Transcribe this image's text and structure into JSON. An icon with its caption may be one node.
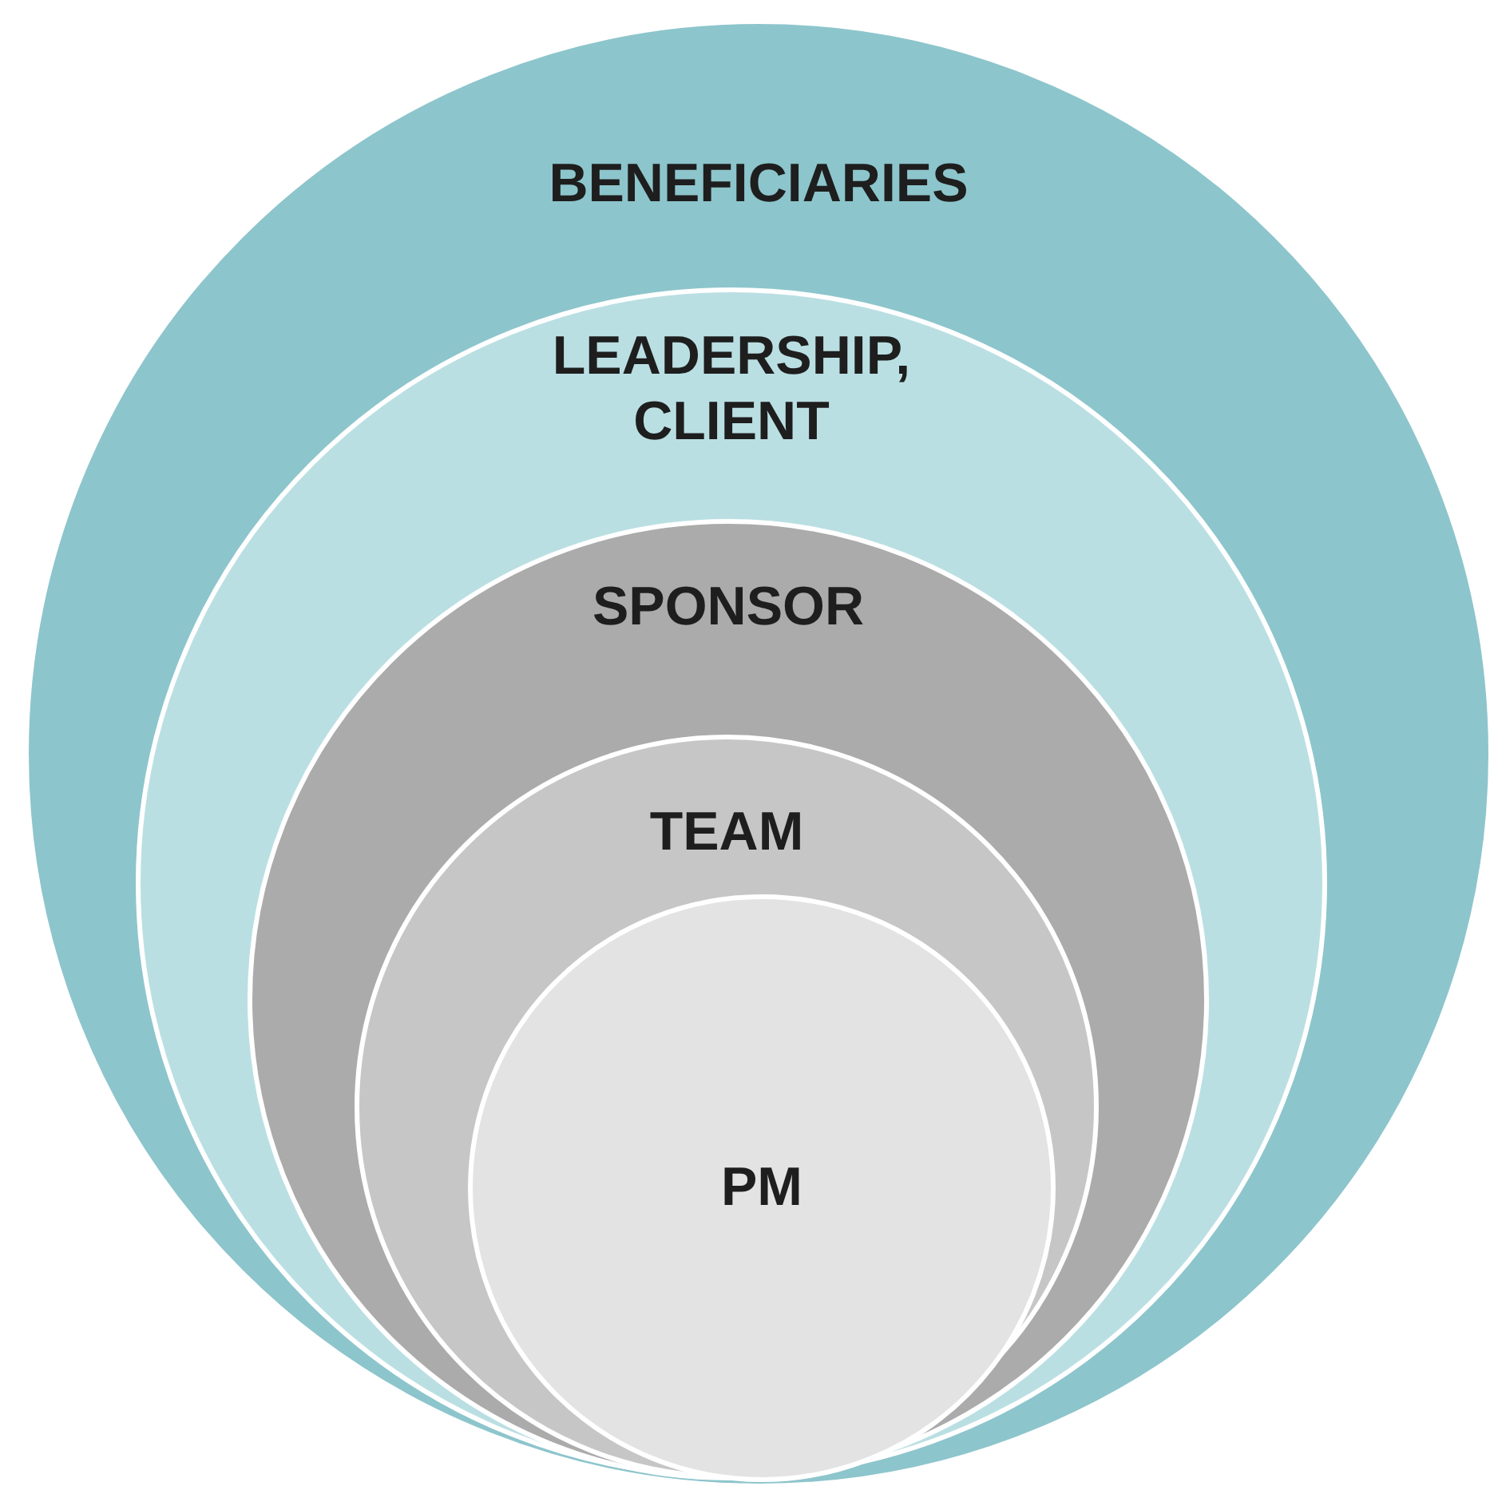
{
  "diagram": {
    "nodes": [
      {
        "text": [
          "BENEFICIARIES"
        ]
      },
      {
        "text": [
          "LEADERSHIP, CLIENT"
        ],
        "in": 0
      },
      {
        "text": [
          "SPONSOR"
        ],
        "in": 1
      },
      {
        "text": [
          "TEAM"
        ],
        "in": 2
      },
      {
        "text": [
          "PM"
        ],
        "in": 3
      }
    ]
  }
}
